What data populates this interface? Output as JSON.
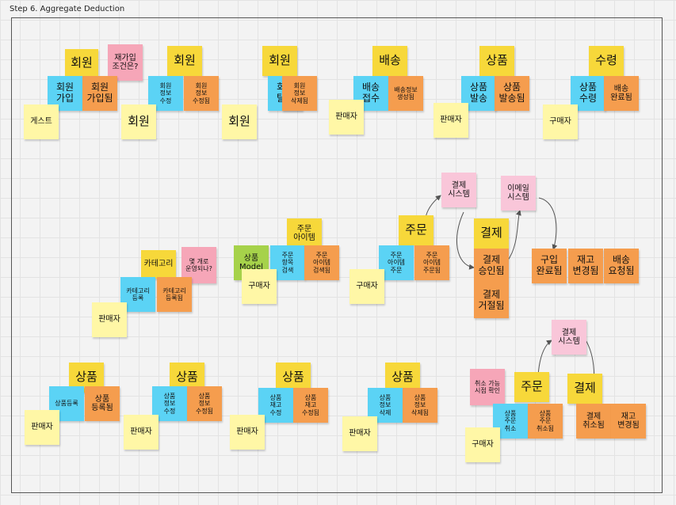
{
  "title": "Step 6. Aggregate Deduction",
  "notes": [
    {
      "text": "회원",
      "color": "yellow",
      "size": "lg"
    },
    {
      "text": "재가입\n조건은?",
      "color": "pink",
      "size": "sm"
    },
    {
      "text": "회원\n가입",
      "color": "blue",
      "size": "md"
    },
    {
      "text": "회원\n가입됨",
      "color": "orange",
      "size": "md"
    },
    {
      "text": "게스트",
      "color": "pale",
      "size": "sm"
    },
    {
      "text": "회원",
      "color": "yellow",
      "size": "lg"
    },
    {
      "text": "회원\n정보\n수정",
      "color": "blue",
      "size": "xs"
    },
    {
      "text": "회원\n정보\n수정됨",
      "color": "orange",
      "size": "xs"
    },
    {
      "text": "회원",
      "color": "pale",
      "size": "lg"
    },
    {
      "text": "회원",
      "color": "yellow",
      "size": "lg"
    },
    {
      "text": "회원\n탈퇴",
      "color": "blue",
      "size": "md"
    },
    {
      "text": "회원\n정보\n삭제됨",
      "color": "orange",
      "size": "xs"
    },
    {
      "text": "회원",
      "color": "pale",
      "size": "lg"
    },
    {
      "text": "배송",
      "color": "yellow",
      "size": "lg"
    },
    {
      "text": "배송\n접수",
      "color": "blue",
      "size": "md"
    },
    {
      "text": "배송정보\n생성됨",
      "color": "orange",
      "size": "xs"
    },
    {
      "text": "판매자",
      "color": "pale",
      "size": "sm"
    },
    {
      "text": "상품",
      "color": "yellow",
      "size": "lg"
    },
    {
      "text": "상품\n발송",
      "color": "blue",
      "size": "md"
    },
    {
      "text": "상품\n발송됨",
      "color": "orange",
      "size": "md"
    },
    {
      "text": "판매자",
      "color": "pale",
      "size": "sm"
    },
    {
      "text": "수령",
      "color": "yellow",
      "size": "lg"
    },
    {
      "text": "상품\n수령",
      "color": "blue",
      "size": "md"
    },
    {
      "text": "배송\n완료됨",
      "color": "orange",
      "size": "sm"
    },
    {
      "text": "구매자",
      "color": "pale",
      "size": "sm"
    },
    {
      "text": "결제\n시스템",
      "color": "lpink",
      "size": "sm"
    },
    {
      "text": "이메일\n시스템",
      "color": "lpink",
      "size": "sm"
    },
    {
      "text": "주문",
      "color": "yellow",
      "size": "lg"
    },
    {
      "text": "주문\n아이템\n주문",
      "color": "blue",
      "size": "xs"
    },
    {
      "text": "주문\n아이템\n주문됨",
      "color": "orange",
      "size": "xs"
    },
    {
      "text": "구매자",
      "color": "pale",
      "size": "sm"
    },
    {
      "text": "결제",
      "color": "yellow",
      "size": "lg"
    },
    {
      "text": "결제\n승인됨",
      "color": "orange",
      "size": "md"
    },
    {
      "text": "결제\n거절됨",
      "color": "orange",
      "size": "md"
    },
    {
      "text": "구입\n완료됨",
      "color": "orange",
      "size": "md"
    },
    {
      "text": "재고\n변경됨",
      "color": "orange",
      "size": "md"
    },
    {
      "text": "배송\n요청됨",
      "color": "orange",
      "size": "md"
    },
    {
      "text": "주문\n아이템",
      "color": "yellow",
      "size": "sm"
    },
    {
      "text": "상품\nModel",
      "color": "green",
      "size": "sm"
    },
    {
      "text": "주문\n항목\n검색",
      "color": "blue",
      "size": "xs"
    },
    {
      "text": "주문\n아이템\n검색됨",
      "color": "orange",
      "size": "xs"
    },
    {
      "text": "구매자",
      "color": "pale",
      "size": "sm"
    },
    {
      "text": "카테고리",
      "color": "yellow",
      "size": "sm"
    },
    {
      "text": "몇 개로\n운영되나?",
      "color": "pink",
      "size": "xs"
    },
    {
      "text": "카테고리\n등록",
      "color": "blue",
      "size": "xs"
    },
    {
      "text": "카테고리\n등록됨",
      "color": "orange",
      "size": "xs"
    },
    {
      "text": "판매자",
      "color": "pale",
      "size": "sm"
    },
    {
      "text": "상품",
      "color": "yellow",
      "size": "lg"
    },
    {
      "text": "상품등록",
      "color": "blue",
      "size": "xs"
    },
    {
      "text": "상품\n등록됨",
      "color": "orange",
      "size": "sm"
    },
    {
      "text": "판매자",
      "color": "pale",
      "size": "sm"
    },
    {
      "text": "상품",
      "color": "yellow",
      "size": "lg"
    },
    {
      "text": "상품\n정보\n수정",
      "color": "blue",
      "size": "xs"
    },
    {
      "text": "상품\n정보\n수정됨",
      "color": "orange",
      "size": "xs"
    },
    {
      "text": "판매자",
      "color": "pale",
      "size": "sm"
    },
    {
      "text": "상품",
      "color": "yellow",
      "size": "lg"
    },
    {
      "text": "상품\n재고\n수정",
      "color": "blue",
      "size": "xs"
    },
    {
      "text": "상품\n재고\n수정됨",
      "color": "orange",
      "size": "xs"
    },
    {
      "text": "판매자",
      "color": "pale",
      "size": "sm"
    },
    {
      "text": "상품",
      "color": "yellow",
      "size": "lg"
    },
    {
      "text": "상품\n정보\n삭제",
      "color": "blue",
      "size": "xs"
    },
    {
      "text": "상품\n정보\n삭제됨",
      "color": "orange",
      "size": "xs"
    },
    {
      "text": "판매자",
      "color": "pale",
      "size": "sm"
    },
    {
      "text": "결제\n시스템",
      "color": "lpink",
      "size": "sm"
    },
    {
      "text": "취소 가능\n시점 확인",
      "color": "pink",
      "size": "xs"
    },
    {
      "text": "주문",
      "color": "yellow",
      "size": "lg"
    },
    {
      "text": "상품\n주문\n취소",
      "color": "blue",
      "size": "xs"
    },
    {
      "text": "상품\n주문\n취소됨",
      "color": "orange",
      "size": "xs"
    },
    {
      "text": "결제",
      "color": "yellow",
      "size": "lg"
    },
    {
      "text": "결제\n취소됨",
      "color": "orange",
      "size": "sm"
    },
    {
      "text": "재고\n변경됨",
      "color": "orange",
      "size": "sm"
    },
    {
      "text": "구매자",
      "color": "pale",
      "size": "sm"
    }
  ]
}
